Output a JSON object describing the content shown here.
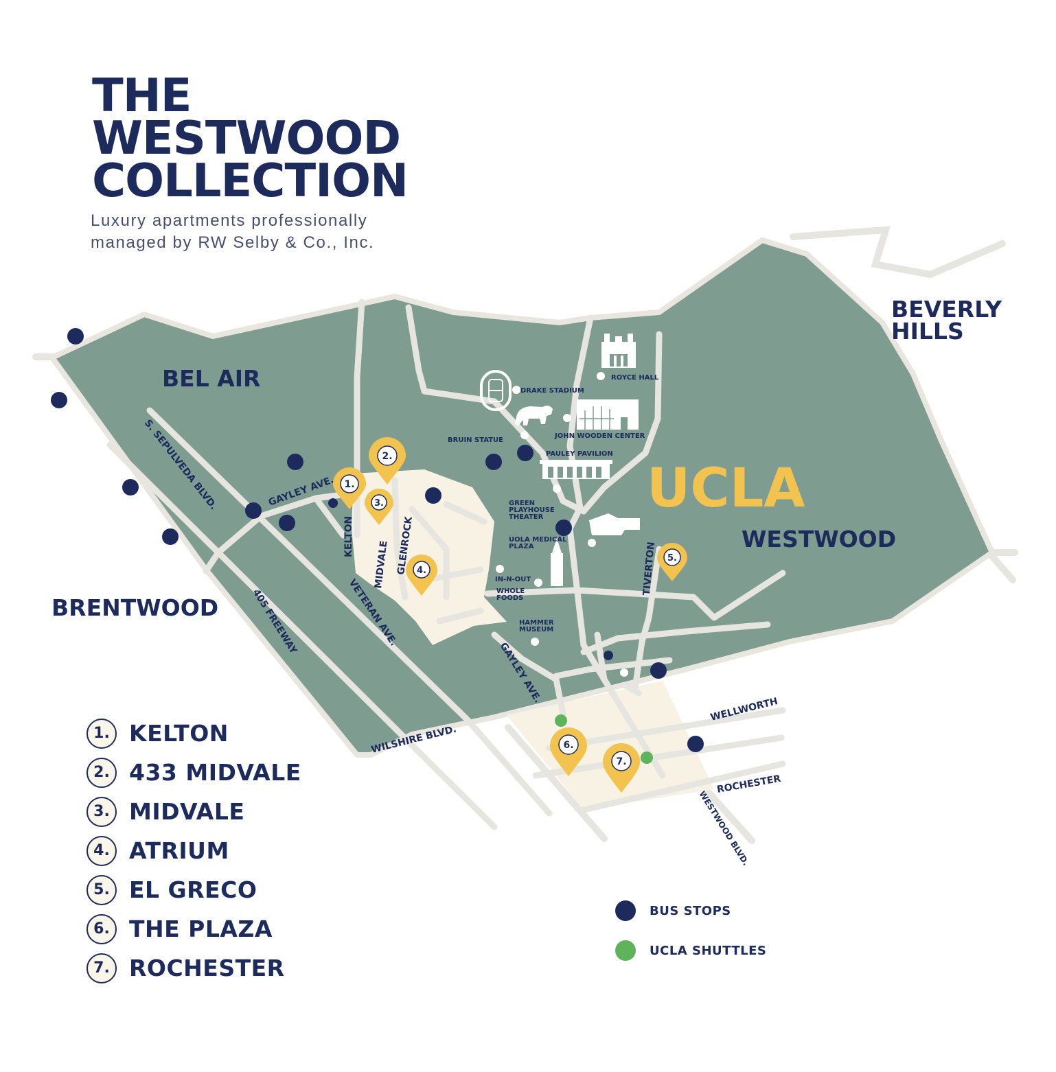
{
  "header": {
    "title_lines": [
      "THE",
      "WESTWOOD",
      "COLLECTION"
    ],
    "subtitle_lines": [
      "Luxury apartments professionally",
      "managed by RW Selby & Co., Inc."
    ]
  },
  "map": {
    "areas": {
      "bel_air": "BEL AIR",
      "brentwood": "BRENTWOOD",
      "beverly_hills_1": "BEVERLY",
      "beverly_hills_2": "HILLS",
      "ucla": "UCLA",
      "westwood": "WESTWOOD"
    },
    "streets": {
      "sepulveda": "S. SEPULVEDA BLVD.",
      "gayley_north": "GAYLEY AVE.",
      "kelton": "KELTON",
      "midvale": "MIDVALE",
      "glenrock": "GLENROCK",
      "freeway": "405 FREEWAY",
      "veteran": "VETERAN AVE.",
      "gayley_south": "GAYLEY AVE.",
      "wilshire": "WILSHIRE BLVD.",
      "tiverton": "TIVERTON",
      "wellworth": "WELLWORTH",
      "rochester": "ROCHESTER",
      "westwood_blvd": "WESTWOOD BLVD."
    },
    "landmarks": {
      "royce_hall": "ROYCE HALL",
      "drake_stadium": "DRAKE STADIUM",
      "john_wooden": "JOHN WOODEN CENTER",
      "bruin_statue": "BRUIN STATUE",
      "pauley": "PAULEY PAVILION",
      "green_playhouse_1": "GREEN",
      "green_playhouse_2": "PLAYHOUSE",
      "green_playhouse_3": "THEATER",
      "medical_1": "UOLA MEDICAL",
      "medical_2": "PLAZA",
      "in_n_out": "IN-N-OUT",
      "whole_foods_1": "WHOLE",
      "whole_foods_2": "FOODS",
      "hammer_1": "HAMMER",
      "hammer_2": "MUSEUM"
    },
    "pins": [
      "1.",
      "2.",
      "3.",
      "4.",
      "5.",
      "6.",
      "7."
    ]
  },
  "properties": [
    {
      "num": "1.",
      "name": "KELTON"
    },
    {
      "num": "2.",
      "name": "433 MIDVALE"
    },
    {
      "num": "3.",
      "name": "MIDVALE"
    },
    {
      "num": "4.",
      "name": "ATRIUM"
    },
    {
      "num": "5.",
      "name": "EL GRECO"
    },
    {
      "num": "6.",
      "name": "THE PLAZA"
    },
    {
      "num": "7.",
      "name": "ROCHESTER"
    }
  ],
  "legend": {
    "bus_stops": "BUS STOPS",
    "ucla_shuttles": "UCLA SHUTTLES"
  },
  "colors": {
    "navy": "#1c2a5c",
    "map_green": "#7e9c90",
    "road": "#e8e6de",
    "cream": "#f7f2e4",
    "pin_yellow": "#f3c34f",
    "shuttle_green": "#5fb35b"
  }
}
